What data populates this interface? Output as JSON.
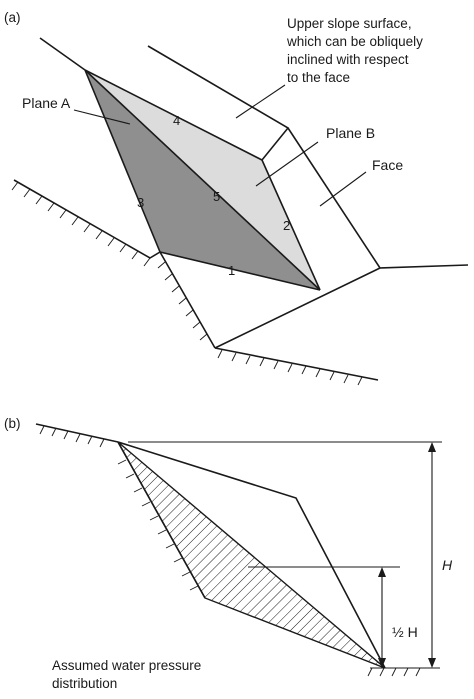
{
  "figure": {
    "panel_a": {
      "tag": "(a)",
      "upper_slope_note": [
        "Upper slope surface,",
        "which can be obliquely",
        "inclined with respect",
        "to the face"
      ],
      "plane_a": "Plane A",
      "plane_b": "Plane B",
      "face": "Face",
      "line_numbers": [
        "1",
        "2",
        "3",
        "4",
        "5"
      ]
    },
    "panel_b": {
      "tag": "(b)",
      "height_label": "H",
      "half_height_label": "½ H",
      "pressure_note": [
        "Assumed water pressure",
        "distribution"
      ]
    },
    "colors": {
      "plane_a_fill": "#8f8f8f",
      "plane_b_fill": "#dcdcdc",
      "line": "#1a1a1a"
    }
  }
}
